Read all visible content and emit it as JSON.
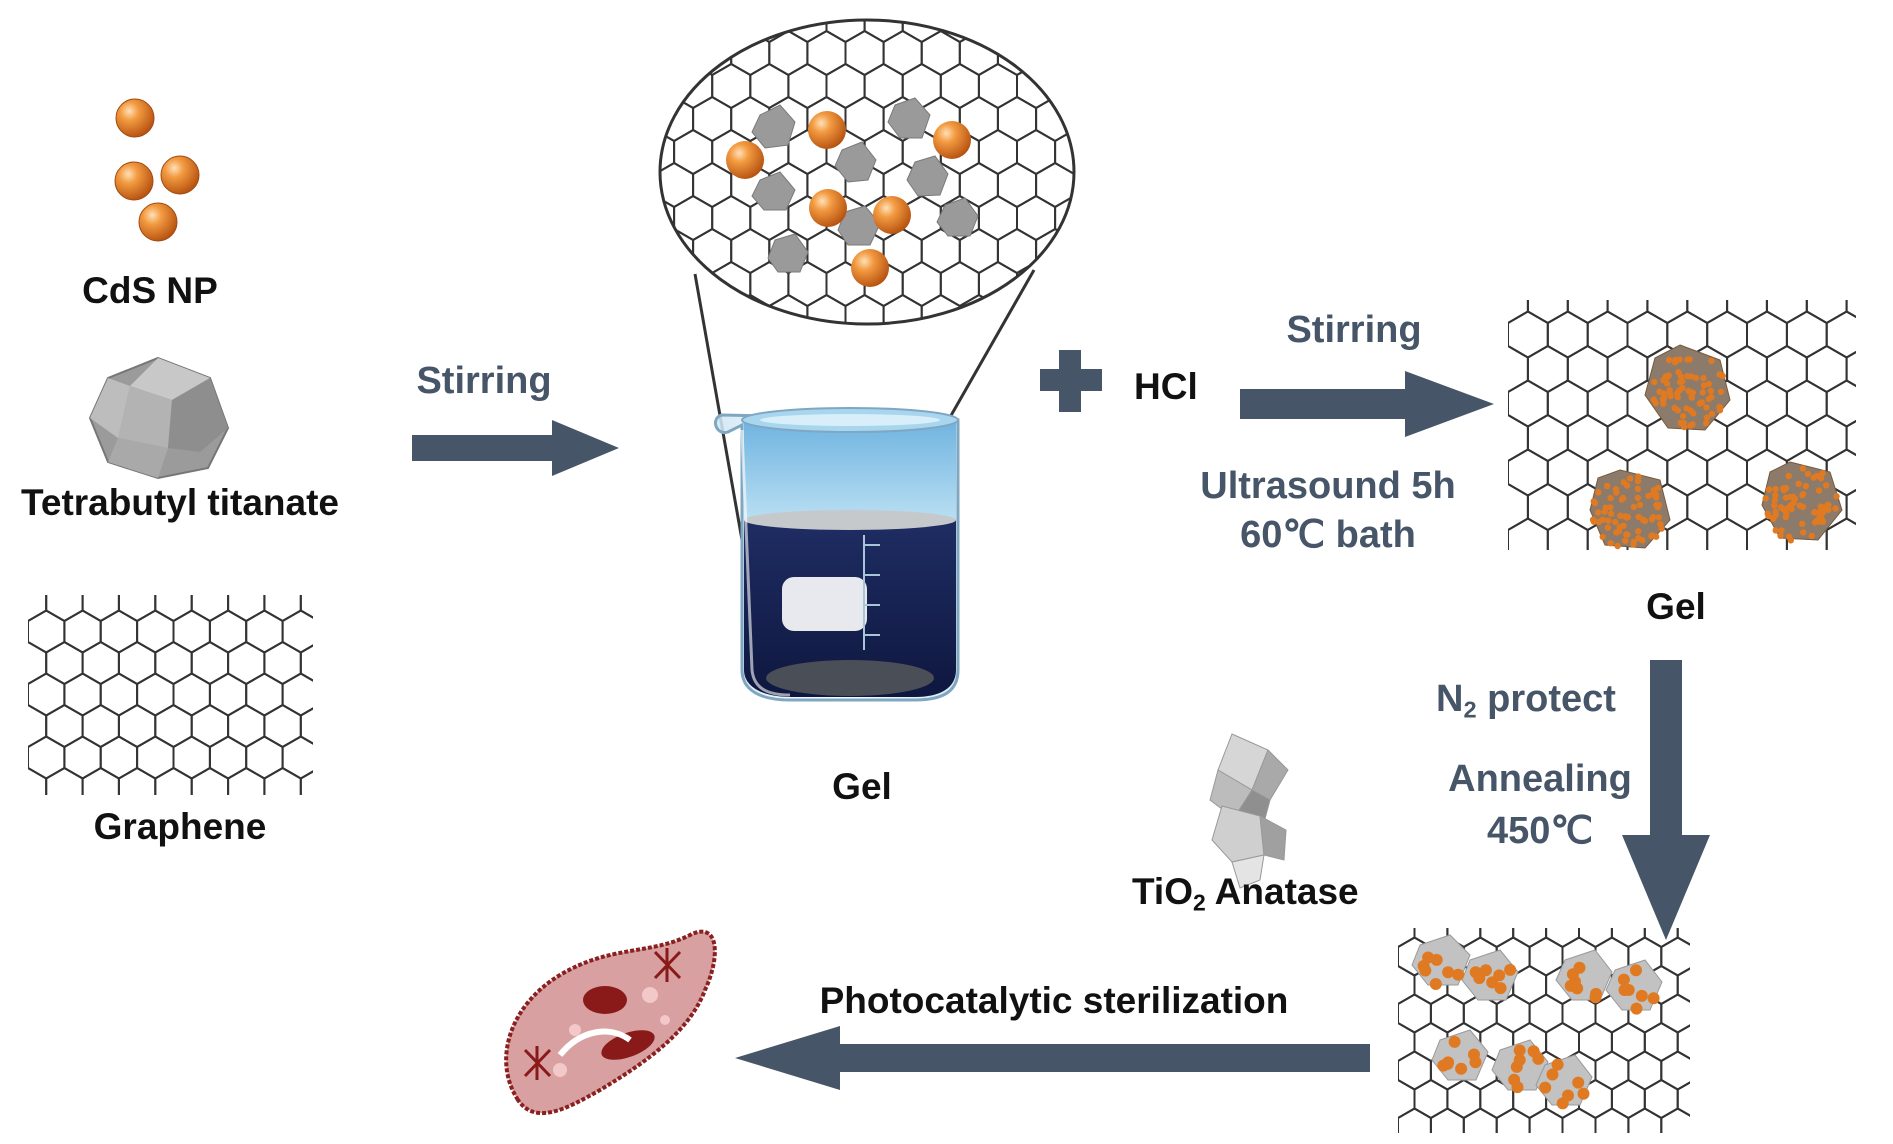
{
  "colors": {
    "arrow": "#475569",
    "text_dark": "#111111",
    "text_process": "#475569",
    "nanoparticle": "#e07a22",
    "lattice_line": "#333333",
    "gel_liquid": "#14214f",
    "water": "#9fd2ee",
    "microbe": "#a64b4b"
  },
  "materials": {
    "cds": "CdS NP",
    "tbt": "Tetrabutyl titanate",
    "graphene": "Graphene"
  },
  "steps": {
    "stirring_1": "Stirring",
    "gel_beaker": "Gel",
    "plus_reagent": "HCl",
    "stirring_2": "Stirring",
    "ultrasound": "Ultrasound 5h",
    "bath": "60℃ bath",
    "gel_sheet": "Gel",
    "n2_main": "N",
    "n2_sub": "2",
    "n2_rest": " protect",
    "annealing": "Annealing",
    "anneal_temp": "450℃",
    "tio2_main": "TiO",
    "tio2_sub": "2",
    "tio2_rest": " Anatase",
    "sterilization": "Photocatalytic sterilization"
  },
  "icons": [
    "cds-nanoparticle-icon",
    "truncated-octahedron-icon",
    "graphene-sheet-icon",
    "beaker-icon",
    "plus-icon",
    "anatase-octahedra-icon",
    "microbe-icon"
  ]
}
